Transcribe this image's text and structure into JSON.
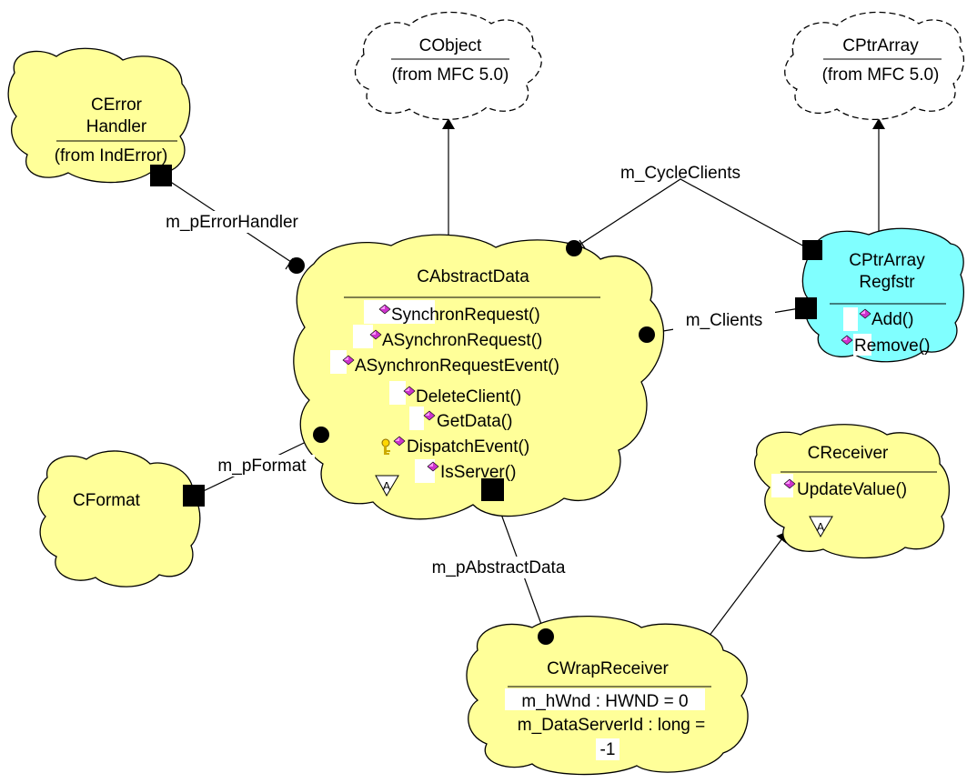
{
  "classes": {
    "cobject": {
      "name": "CObject",
      "from": "(from MFC 5.0)"
    },
    "cptrarray": {
      "name": "CPtrArray",
      "from": "(from MFC 5.0)"
    },
    "cerrorhandler": {
      "name_line1": "CError",
      "name_line2": "Handler",
      "from": "(from IndError)"
    },
    "cabstractdata": {
      "name": "CAbstractData",
      "methods": [
        "SynchronRequest()",
        "ASynchronRequest()",
        "ASynchronRequestEvent()",
        "DeleteClient()",
        "GetData()",
        "DispatchEvent()",
        "IsServer()"
      ],
      "abstract_marker": "A"
    },
    "cptrarrayregfstr": {
      "name_line1": "CPtrArray",
      "name_line2": "Regfstr",
      "methods": [
        "Add()",
        "Remove()"
      ]
    },
    "cformat": {
      "name": "CFormat"
    },
    "creceiver": {
      "name": "CReceiver",
      "methods": [
        "UpdateValue()"
      ],
      "abstract_marker": "A"
    },
    "cwrapreceiver": {
      "name": "CWrapReceiver",
      "attributes": [
        "m_hWnd : HWND = 0",
        "m_DataServerId : long =",
        "-1"
      ]
    }
  },
  "associations": {
    "error_handler": "m_pErrorHandler",
    "cycle_clients": "m_CycleClients",
    "clients": "m_Clients",
    "format": "m_pFormat",
    "abstract_data": "m_pAbstractData"
  },
  "icons": {
    "method": "method-diamond-icon",
    "protected": "key-icon",
    "abstract": "abstract-triangle-icon"
  },
  "colors": {
    "class_fill": "#ffff99",
    "highlight_fill": "#80ffff",
    "method_icon": "#cc33cc"
  }
}
